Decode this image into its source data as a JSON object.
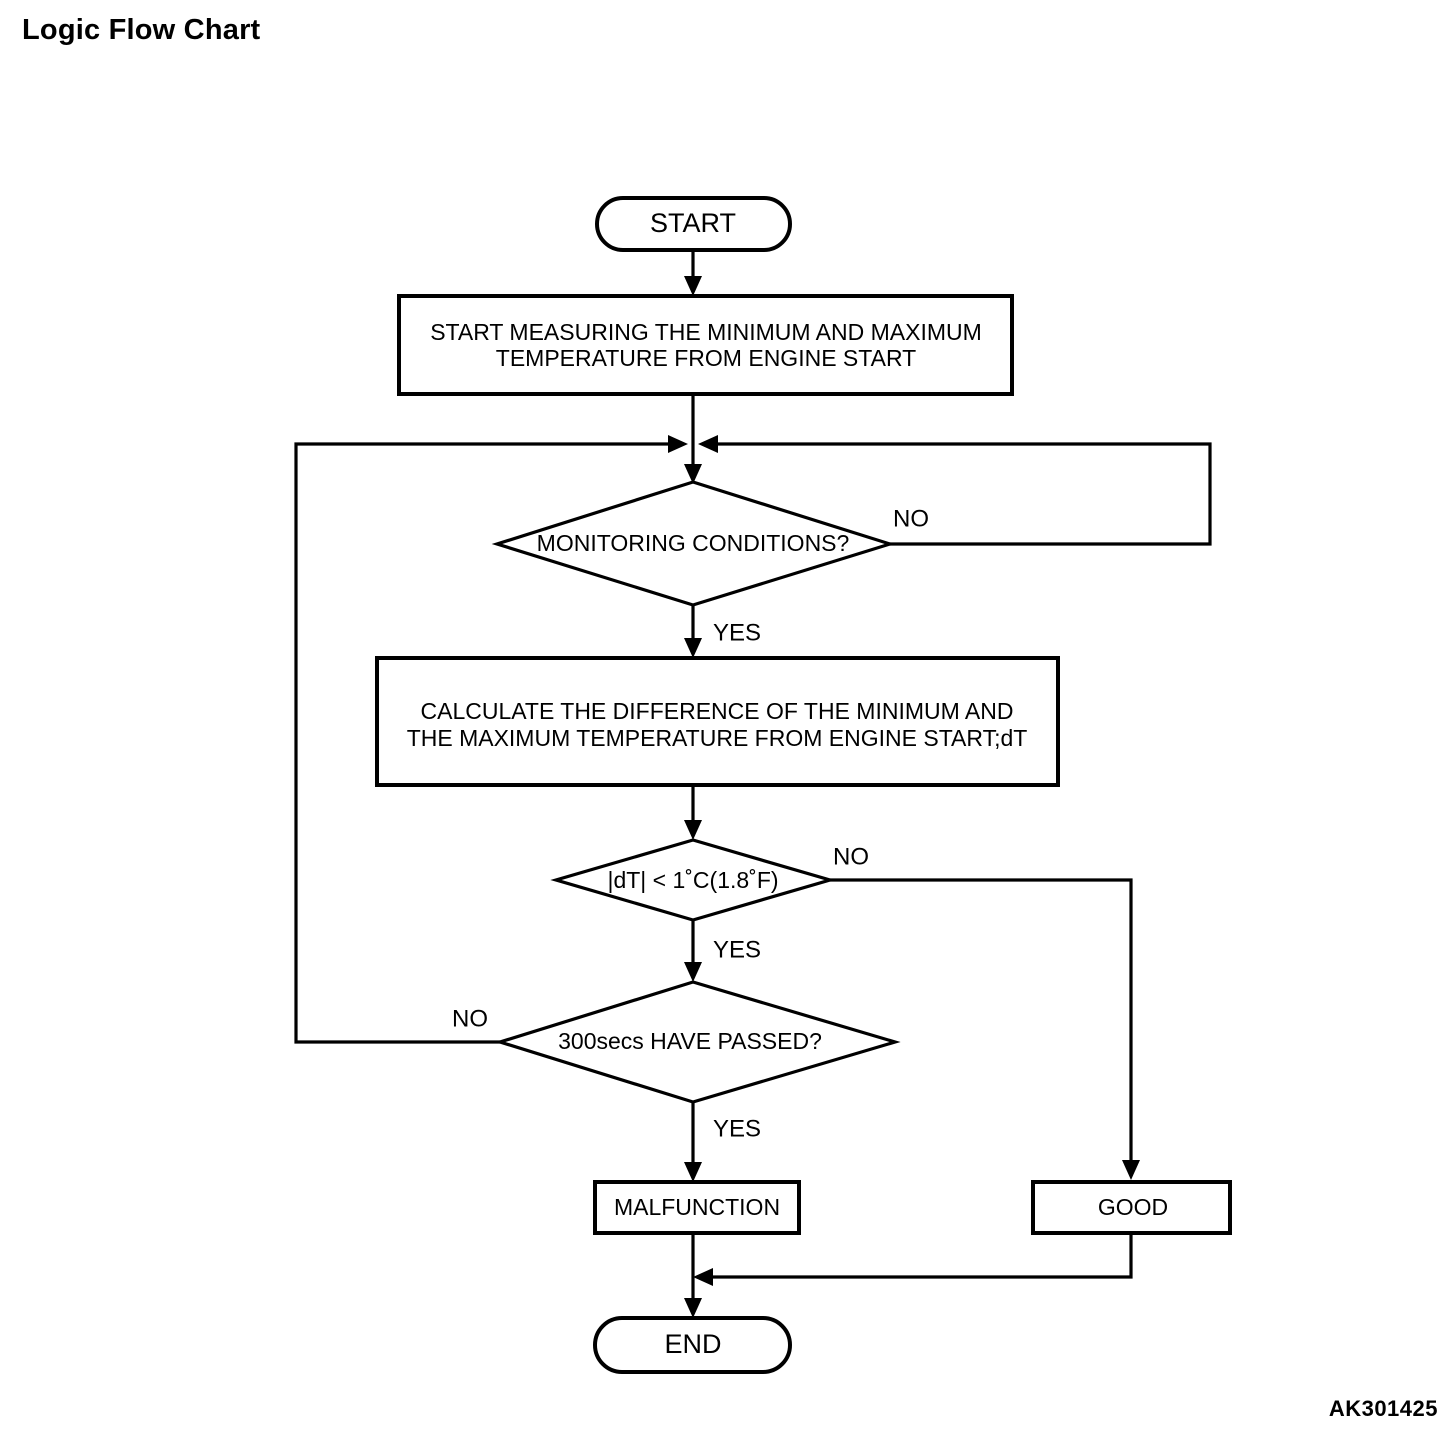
{
  "page": {
    "title": "Logic Flow Chart",
    "figure_code": "AK301425"
  },
  "chart_data": {
    "type": "diagram",
    "diagram_type": "flowchart",
    "title": "Logic Flow Chart",
    "orientation": "top-to-bottom",
    "nodes": [
      {
        "id": "start",
        "shape": "terminator",
        "label": "START"
      },
      {
        "id": "measure",
        "shape": "process",
        "label_line1": "START MEASURING THE MINIMUM AND MAXIMUM",
        "label_line2": "TEMPERATURE FROM ENGINE START"
      },
      {
        "id": "monitor",
        "shape": "decision",
        "label": "MONITORING CONDITIONS?"
      },
      {
        "id": "calc",
        "shape": "process",
        "label_line1": "CALCULATE THE DIFFERENCE OF THE MINIMUM AND",
        "label_line2": "THE MAXIMUM TEMPERATURE FROM ENGINE START;dT"
      },
      {
        "id": "dt",
        "shape": "decision",
        "label": "|dT| < 1˚C(1.8˚F)"
      },
      {
        "id": "secs",
        "shape": "decision",
        "label": "300secs HAVE PASSED?"
      },
      {
        "id": "malfunction",
        "shape": "process",
        "label": "MALFUNCTION"
      },
      {
        "id": "good",
        "shape": "process",
        "label": "GOOD"
      },
      {
        "id": "end",
        "shape": "terminator",
        "label": "END"
      }
    ],
    "edges": [
      {
        "from": "start",
        "to": "measure",
        "label": ""
      },
      {
        "from": "measure",
        "to": "monitor",
        "label": ""
      },
      {
        "from": "monitor",
        "to": "calc",
        "label": "YES"
      },
      {
        "from": "monitor",
        "to": "monitor",
        "label": "NO",
        "routing": "right-loop-back-to-junction"
      },
      {
        "from": "calc",
        "to": "dt",
        "label": ""
      },
      {
        "from": "dt",
        "to": "secs",
        "label": "YES"
      },
      {
        "from": "dt",
        "to": "good",
        "label": "NO"
      },
      {
        "from": "secs",
        "to": "malfunction",
        "label": "YES"
      },
      {
        "from": "secs",
        "to": "monitor",
        "label": "NO",
        "routing": "left-loop-back-to-junction"
      },
      {
        "from": "malfunction",
        "to": "end",
        "label": ""
      },
      {
        "from": "good",
        "to": "end",
        "label": ""
      }
    ],
    "edge_labels": {
      "monitor_no": "NO",
      "monitor_yes": "YES",
      "dt_no": "NO",
      "dt_yes": "YES",
      "secs_no": "NO",
      "secs_yes": "YES"
    },
    "colors": {
      "stroke": "#000000",
      "fill": "#ffffff",
      "text": "#000000"
    }
  }
}
